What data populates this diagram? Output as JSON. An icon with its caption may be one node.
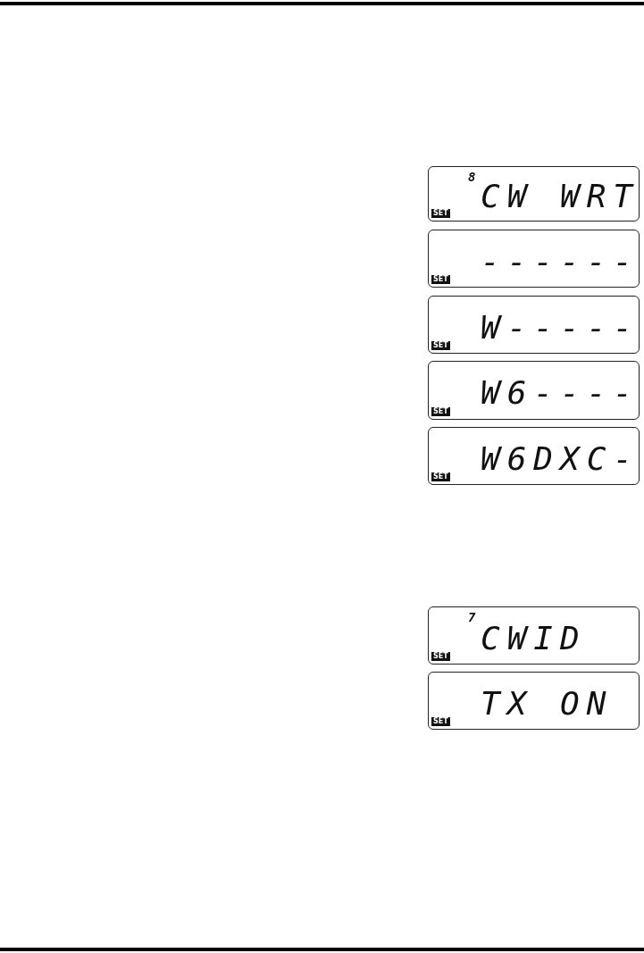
{
  "diagram": {
    "nodes": [
      {
        "text": [
          "8",
          "CW WRT",
          "SET"
        ]
      },
      {
        "text": [
          "------",
          "SET"
        ]
      },
      {
        "text": [
          "W-----",
          "SET"
        ]
      },
      {
        "text": [
          "W6----",
          "SET"
        ]
      },
      {
        "text": [
          "W6DXC-",
          "SET"
        ]
      },
      {
        "text": [
          "7",
          "CWID",
          "SET"
        ]
      },
      {
        "text": [
          "TX ON",
          "SET"
        ]
      }
    ],
    "edges": []
  }
}
